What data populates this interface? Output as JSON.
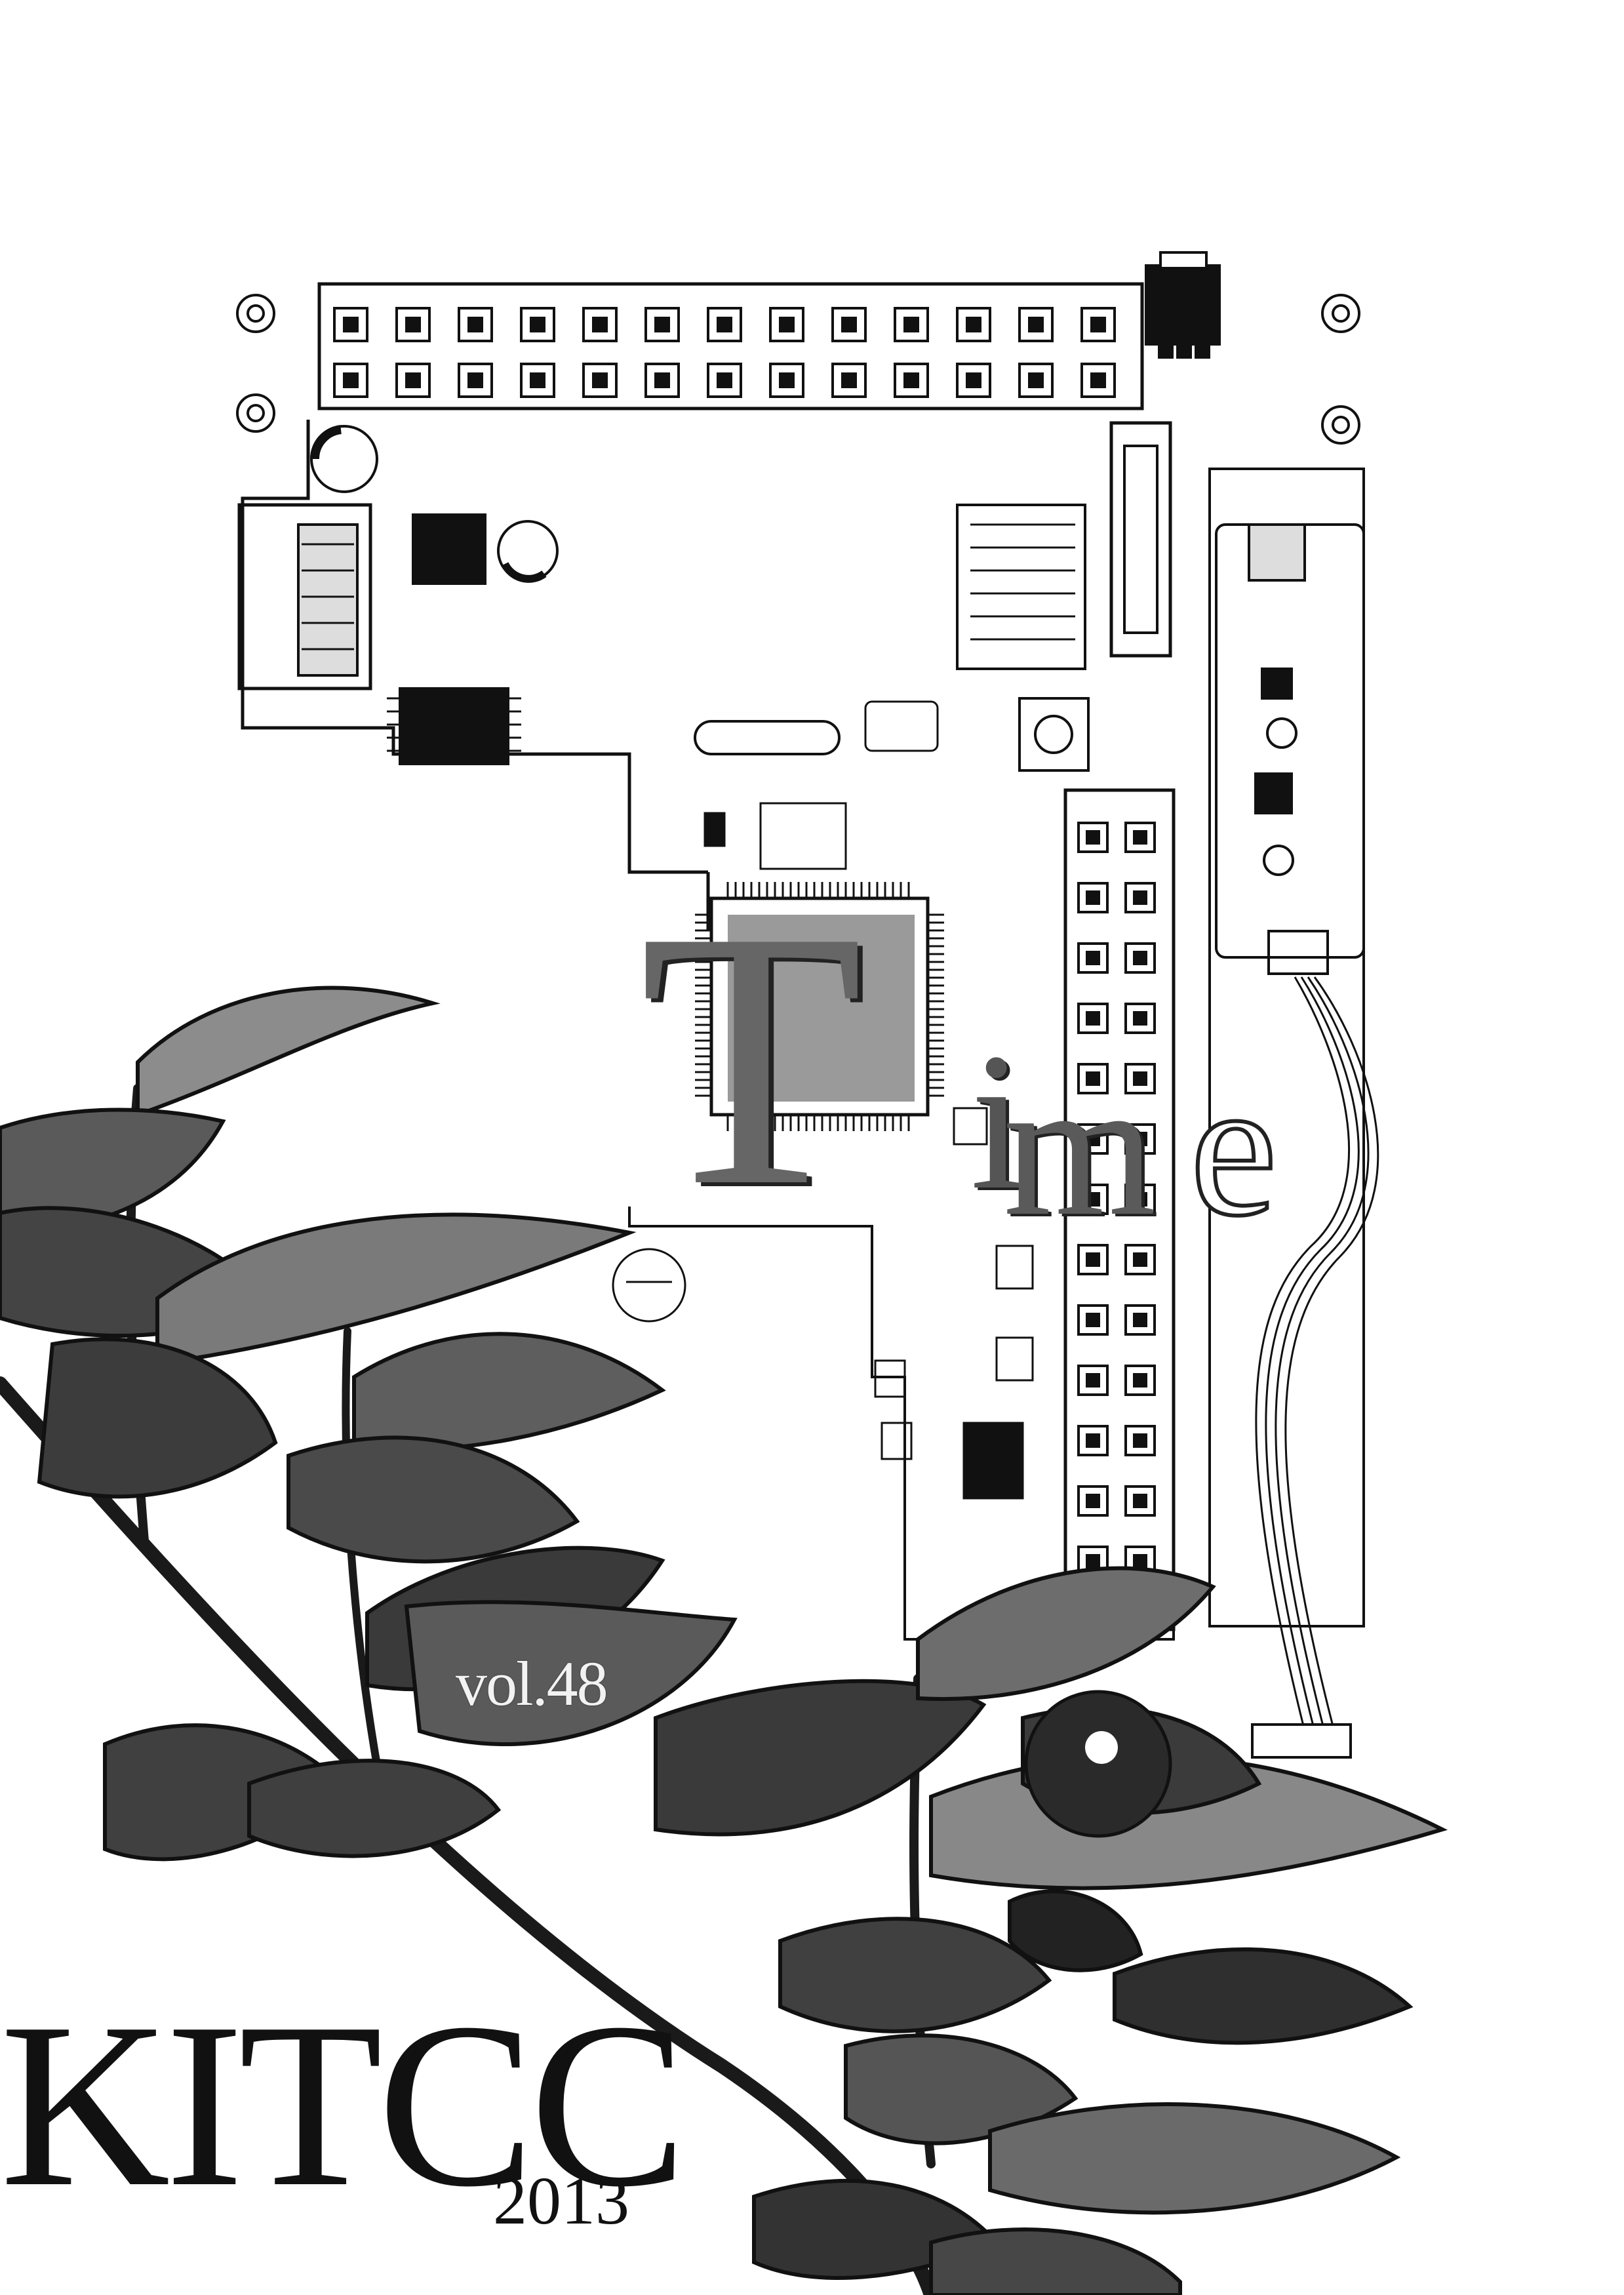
{
  "cover": {
    "volume": "vol.48",
    "title": "KITCC",
    "year": "2013",
    "logo_letters": [
      "T",
      "i",
      "m",
      "e"
    ],
    "illustration": "circuit-board-with-leaves"
  }
}
